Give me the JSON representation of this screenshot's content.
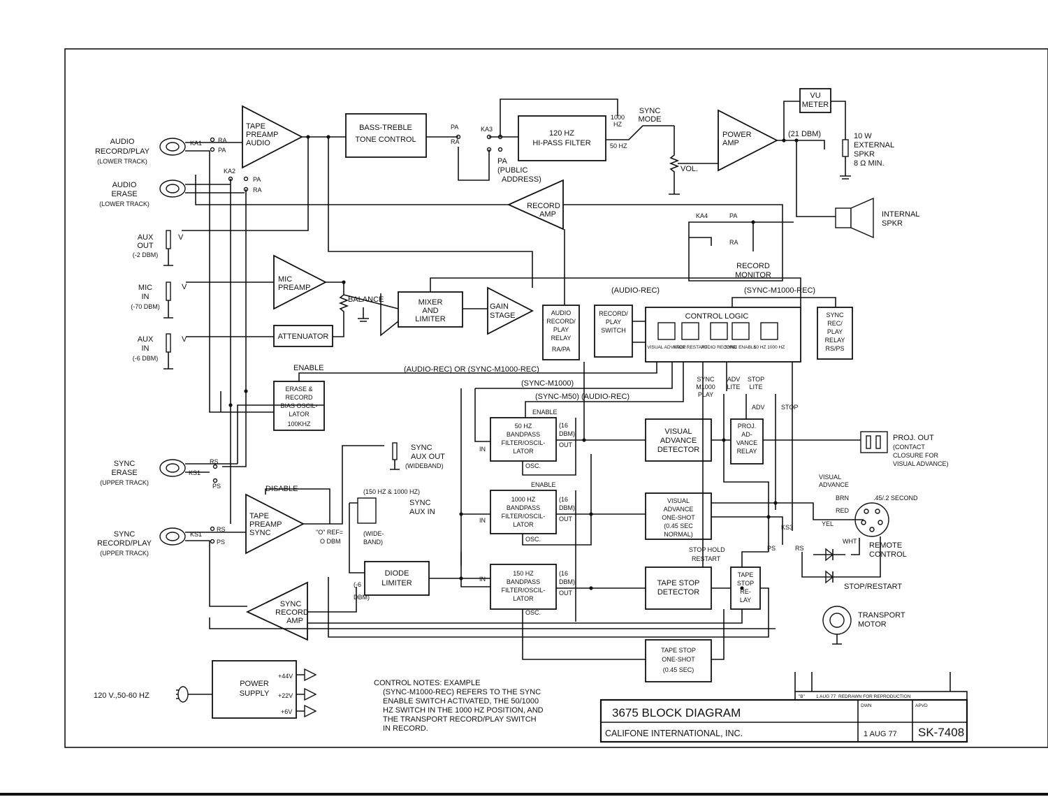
{
  "inputs": {
    "audio_rec_play": [
      "AUDIO",
      "RECORD/PLAY",
      "(LOWER TRACK)"
    ],
    "audio_erase": [
      "AUDIO",
      "ERASE",
      "(LOWER TRACK)"
    ],
    "aux_out": [
      "AUX",
      "OUT",
      "(-2 DBM)"
    ],
    "mic_in": [
      "MIC",
      "IN",
      "(-70 DBM)"
    ],
    "aux_in": [
      "AUX",
      "IN",
      "(-6 DBM)"
    ],
    "sync_erase": [
      "SYNC",
      "ERASE",
      "(UPPER TRACK)"
    ],
    "sync_rec_play": [
      "SYNC",
      "RECORD/PLAY",
      "(UPPER TRACK)"
    ],
    "mains": "120 V.,50-60 HZ"
  },
  "blocks": {
    "tape_preamp_audio": [
      "TAPE",
      "PREAMP",
      "AUDIO"
    ],
    "bass_treble": [
      "BASS-TREBLE",
      "TONE CONTROL"
    ],
    "hipass": [
      "120 HZ",
      "HI-PASS FILTER"
    ],
    "power_amp": [
      "POWER",
      "AMP"
    ],
    "vu_meter": [
      "VU",
      "METER"
    ],
    "record_amp": [
      "RECORD",
      "AMP"
    ],
    "mic_preamp": [
      "MIC",
      "PREAMP"
    ],
    "attenuator": "ATTENUATOR",
    "mixer": [
      "MIXER",
      "AND",
      "LIMITER"
    ],
    "gain_stage": [
      "GAIN",
      "STAGE"
    ],
    "audio_relay": [
      "AUDIO",
      "RECORD/",
      "PLAY",
      "RELAY",
      "RA/PA"
    ],
    "rec_play_switch": [
      "RECORD/",
      "PLAY",
      "SWITCH"
    ],
    "control_logic": "CONTROL LOGIC",
    "control_buttons": [
      "VISUAL ADVANCE",
      "STOP RESTART",
      "AUDIO RECORD",
      "SYNC ENABLE",
      "50 HZ 1000 HZ"
    ],
    "sync_relay": [
      "SYNC",
      "REC/",
      "PLAY",
      "RELAY",
      "RS/PS"
    ],
    "erase_bias": [
      "ERASE &",
      "RECORD",
      "BIAS OSCIL-",
      "LATOR",
      "100KHZ"
    ],
    "bp50": [
      "50 HZ",
      "BANDPASS",
      "FILTER/OSCIL-",
      "LATOR"
    ],
    "bp1000": [
      "1000 HZ",
      "BANDPASS",
      "FILTER/OSCIL-",
      "LATOR"
    ],
    "bp150": [
      "150 HZ",
      "BANDPASS",
      "FILTER/OSCIL-",
      "LATOR"
    ],
    "tape_preamp_sync": [
      "TAPE",
      "PREAMP",
      "SYNC"
    ],
    "diode_limiter": [
      "DIODE",
      "LIMITER"
    ],
    "sync_record_amp": [
      "SYNC",
      "RECORD",
      "AMP"
    ],
    "visual_adv_detector": [
      "VISUAL",
      "ADVANCE",
      "DETECTOR"
    ],
    "proj_adv_relay": [
      "PROJ.",
      "AD-",
      "VANCE",
      "RELAY"
    ],
    "visual_adv_oneshot": [
      "VISUAL",
      "ADVANCE",
      "ONE-SHOT",
      "(0.45 SEC",
      "NORMAL)"
    ],
    "tape_stop_detector": [
      "TAPE STOP",
      "DETECTOR"
    ],
    "tape_stop_relay": [
      "TAPE",
      "STOP",
      "RE-",
      "LAY"
    ],
    "tape_stop_oneshot": [
      "TAPE STOP",
      "ONE-SHOT",
      "(0.45 SEC)"
    ],
    "power_supply": [
      "POWER",
      "SUPPLY"
    ]
  },
  "labels": {
    "sync_mode": [
      "SYNC",
      "MODE"
    ],
    "hz1000": [
      "1000",
      "HZ"
    ],
    "hz50": "50 HZ",
    "pa_public": [
      "PA",
      "(PUBLIC",
      "ADDRESS)"
    ],
    "dbm21": "(21 DBM)",
    "ext_spkr": [
      "10 W",
      "EXTERNAL",
      "SPKR",
      "8 Ω MIN."
    ],
    "int_spkr": [
      "INTERNAL",
      "SPKR"
    ],
    "vol": "VOL.",
    "record_monitor": [
      "RECORD",
      "MONITOR"
    ],
    "balance": "BALANCE",
    "audio_rec_bus": "(AUDIO-REC)",
    "sync_m1000_rec_bus": "(SYNC-M1000-REC)",
    "enable": "ENABLE",
    "audio_or_sync": "(AUDIO-REC) OR (SYNC-M1000-REC)",
    "sync_m1000": "(SYNC-M1000)",
    "sync_m50": "(SYNC-M50) (AUDIO-REC)",
    "sync_m1000_play": [
      "SYNC",
      "M1000",
      "PLAY"
    ],
    "adv_lite": [
      "ADV",
      "LITE"
    ],
    "stop_lite": [
      "STOP",
      "LITE"
    ],
    "adv": "ADV",
    "stop": "STOP",
    "dbm16": [
      "(16",
      "DBM)"
    ],
    "in": "IN",
    "out": "OUT",
    "osc": "OSC.",
    "disable": "DISABLE",
    "zero_ref": [
      "\"O\" REF=",
      "O DBM"
    ],
    "sync_aux_out": [
      "SYNC",
      "AUX OUT",
      "(WIDEBAND)"
    ],
    "sync_aux_in": [
      "SYNC",
      "AUX IN"
    ],
    "hz150_1000": "(150 HZ & 1000 HZ)",
    "wide_band": [
      "(WIDE-",
      "BAND)"
    ],
    "dbm_neg6": [
      "(-6",
      "DBM)"
    ],
    "proj_out": [
      "PROJ. OUT",
      "(CONTACT",
      "CLOSURE FOR",
      "VISUAL ADVANCE)"
    ],
    "visual_advance": [
      "VISUAL",
      "ADVANCE"
    ],
    "half_second": ".45/.2 SECOND",
    "wire_colors": [
      "BRN",
      "RED",
      "YEL",
      "WHT"
    ],
    "remote_control": [
      "REMOTE",
      "CONTROL"
    ],
    "stop_restart": "STOP/RESTART",
    "stop_hold": "STOP HOLD",
    "restart": "RESTART",
    "transport_motor": [
      "TRANSPORT",
      "MOTOR"
    ],
    "voltages": [
      "+44V",
      "+22V",
      "+6V"
    ]
  },
  "notes": [
    "CONTROL NOTES: EXAMPLE",
    "(SYNC-M1000-REC) REFERS TO THE SYNC",
    "ENABLE SWITCH ACTIVATED, THE 50/1000",
    "HZ SWITCH IN THE 1000 HZ POSITION, AND",
    "THE TRANSPORT RECORD/PLAY SWITCH",
    "IN RECORD."
  ],
  "title_block": {
    "title": "3675 BLOCK DIAGRAM",
    "company": "CALIFONE INTERNATIONAL, INC.",
    "date": "1 AUG 77",
    "number": "SK-7408",
    "revision": "REDRAWN FOR REPRODUCTION",
    "rev_letter": "\"B\"",
    "rev_date": "1 AUG 77",
    "dwn_label": "DWN",
    "apvd_label": "APVD"
  }
}
